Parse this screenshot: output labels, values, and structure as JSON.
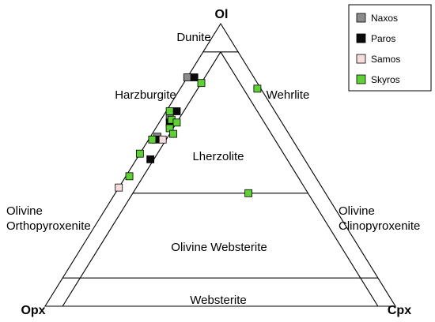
{
  "chart_data": {
    "type": "ternary",
    "apices": {
      "top": "Ol",
      "bottom_left": "Opx",
      "bottom_right": "Cpx"
    },
    "fields": {
      "dunite": "Dunite",
      "harzburgite": "Harzburgite",
      "wehrlite": "Wehrlite",
      "lherzolite": "Lherzolite",
      "olivine_orthopyroxenite_1": "Olivine",
      "olivine_orthopyroxenite_2": "Orthopyroxenite",
      "olivine_clinopyroxenite_1": "Olivine",
      "olivine_clinopyroxenite_2": "Clinopyroxenite",
      "olivine_websterite": "Olivine Websterite",
      "websterite": "Websterite"
    },
    "boundaries": {
      "ol_lines": [
        90,
        40,
        10
      ],
      "opx_cpx_lines": [
        5,
        5
      ]
    },
    "legend": {
      "position": "top-right"
    },
    "series": [
      {
        "name": "Naxos",
        "color": "#8c8c8c",
        "points": [
          {
            "ol": 81,
            "opx": 19,
            "cpx": 0
          },
          {
            "ol": 67,
            "opx": 31,
            "cpx": 2
          },
          {
            "ol": 60,
            "opx": 38,
            "cpx": 2
          }
        ]
      },
      {
        "name": "Paros",
        "color": "#0a0a0a",
        "points": [
          {
            "ol": 81,
            "opx": 17,
            "cpx": 2
          },
          {
            "ol": 69,
            "opx": 28,
            "cpx": 3
          },
          {
            "ol": 65,
            "opx": 32,
            "cpx": 3
          },
          {
            "ol": 59,
            "opx": 39,
            "cpx": 2
          },
          {
            "ol": 52,
            "opx": 44,
            "cpx": 4
          }
        ]
      },
      {
        "name": "Samos",
        "color": "#f7dcdc",
        "points": [
          {
            "ol": 59,
            "opx": 37,
            "cpx": 4
          },
          {
            "ol": 42,
            "opx": 58,
            "cpx": 0
          }
        ]
      },
      {
        "name": "Skyros",
        "color": "#5fd035",
        "points": [
          {
            "ol": 79,
            "opx": 16,
            "cpx": 5
          },
          {
            "ol": 69,
            "opx": 30,
            "cpx": 1
          },
          {
            "ol": 66,
            "opx": 31,
            "cpx": 3
          },
          {
            "ol": 65,
            "opx": 30,
            "cpx": 5
          },
          {
            "ol": 63,
            "opx": 33,
            "cpx": 4
          },
          {
            "ol": 61,
            "opx": 33,
            "cpx": 6
          },
          {
            "ol": 59,
            "opx": 40,
            "cpx": 1
          },
          {
            "ol": 54,
            "opx": 46,
            "cpx": 0
          },
          {
            "ol": 46,
            "opx": 53,
            "cpx": 1
          },
          {
            "ol": 40,
            "opx": 22,
            "cpx": 38
          },
          {
            "ol": 77,
            "opx": 1,
            "cpx": 22
          }
        ]
      }
    ]
  }
}
